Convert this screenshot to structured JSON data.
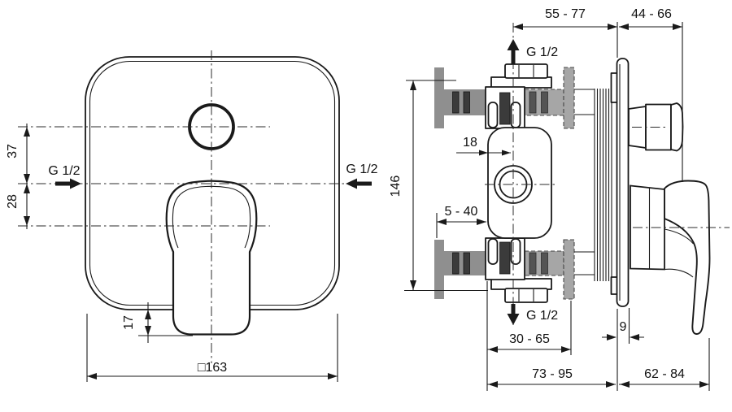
{
  "drawing_title": "concealed-bath-shower-mixer-installation-drawing",
  "front_view": {
    "dim_knob_to_inlet": "37",
    "dim_inlet_to_handle_axis": "28",
    "inlet_left_label": "G 1/2",
    "inlet_right_label": "G 1/2",
    "dim_handle_below_plate": "17",
    "dim_plate_square": "□163"
  },
  "side_view": {
    "dim_rough_in_depth": "55 - 77",
    "dim_trim_projection": "44 - 66",
    "outlet_top_label": "G 1/2",
    "outlet_bottom_label": "G 1/2",
    "dim_body_height": "146",
    "dim_face_to_axis": "18",
    "dim_wall_finish_range": "5 - 40",
    "dim_body_to_wall": "30 - 65",
    "dim_plate_thickness": "9",
    "dim_total_depth": "73 - 95",
    "dim_handle_projection": "62 - 84"
  },
  "colors": {
    "line": "#1a1a1a",
    "wall_fill": "#8f8f8f",
    "thread_dark": "#3b3b3b",
    "background": "#ffffff"
  }
}
